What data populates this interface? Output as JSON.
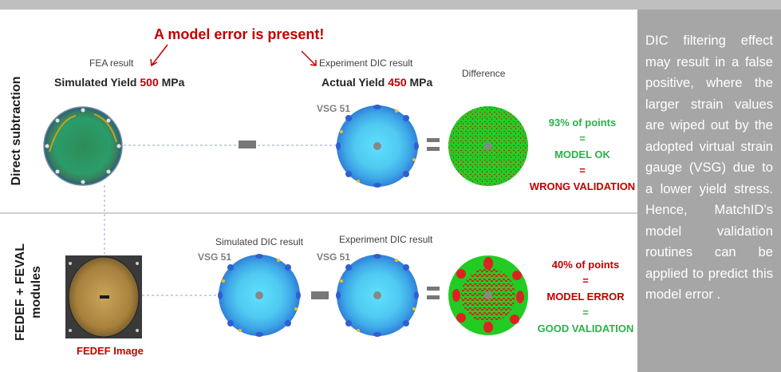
{
  "headline": "A model error is present!",
  "side_note": "DIC filtering effect may result in a false positive, where the larger strain values are wiped out by the adopted virtual strain gauge (VSG) due to a lower yield stress. Hence, MatchID’s model validation routines can be applied to predict this model error .",
  "rows": {
    "top_label": "Direct subtraction",
    "bottom_label_line1": "FEDEF + FEVAL",
    "bottom_label_line2": "modules"
  },
  "top": {
    "fea_title": "FEA result",
    "fea_yield_prefix": "Simulated Yield ",
    "fea_yield_value": "500",
    "fea_yield_unit": " MPa",
    "exp_title": "Experiment DIC result",
    "exp_yield_prefix": "Actual Yield ",
    "exp_yield_value": "450",
    "exp_yield_unit": " MPa",
    "diff_title": "Difference",
    "vsg": "VSG 51",
    "stat_line1": "93% of points",
    "stat_eq1": "=",
    "stat_line2": "MODEL OK",
    "stat_eq2": "=",
    "stat_line3": "WRONG VALIDATION"
  },
  "bottom": {
    "sim_title": "Simulated DIC result",
    "exp_title": "Experiment DIC result",
    "vsg_left": "VSG 51",
    "vsg_right": "VSG 51",
    "image_caption": "FEDEF Image",
    "stat_line1": "40% of points",
    "stat_eq1": "=",
    "stat_line2": "MODEL ERROR",
    "stat_eq2": "=",
    "stat_line3": "GOOD VALIDATION"
  },
  "colors": {
    "accent_red": "#c00000",
    "accent_green": "#2db04a",
    "side_panel": "#a6a6a6"
  }
}
